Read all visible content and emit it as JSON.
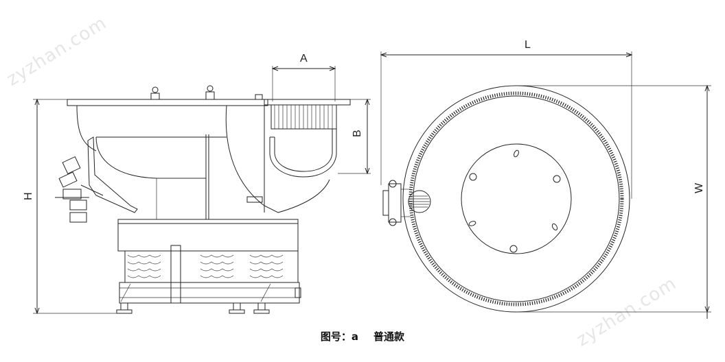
{
  "watermarks": [
    "zyzhan.com",
    "zyzhan.com"
  ],
  "dimensions": {
    "A": "A",
    "B": "B",
    "H": "H",
    "L": "L",
    "W": "W"
  },
  "caption": {
    "label": "图号：a",
    "title": "普通款"
  }
}
